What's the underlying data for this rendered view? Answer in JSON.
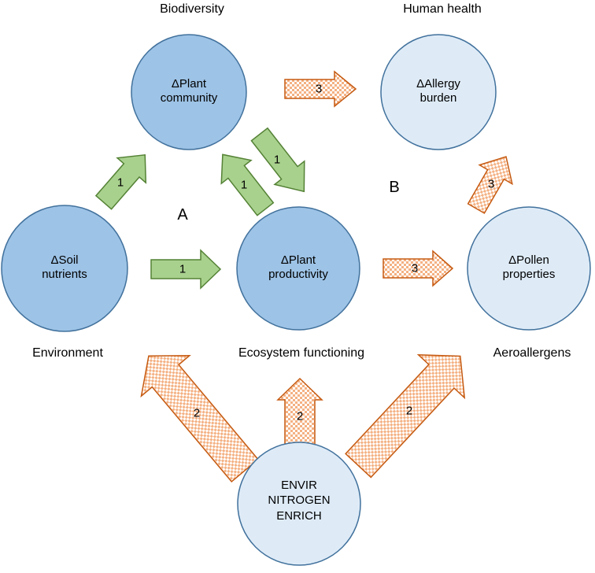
{
  "colors": {
    "dark_node_fill": "#9DC3E6",
    "dark_node_stroke": "#41719C",
    "light_node_fill": "#DEEBF7",
    "light_node_stroke": "#41719C",
    "green_arrow_fill": "#A9D18E",
    "green_arrow_stroke": "#548235",
    "orange_arrow_stroke": "#C55A11",
    "orange_checker": "#F4B183"
  },
  "nodes": {
    "plant_community": {
      "line1": "ΔPlant",
      "line2": "community"
    },
    "allergy_burden": {
      "line1": "ΔAllergy",
      "line2": "burden"
    },
    "soil_nutrients": {
      "line1": "ΔSoil",
      "line2": "nutrients"
    },
    "plant_productivity": {
      "line1": "ΔPlant",
      "line2": "productivity"
    },
    "pollen_properties": {
      "line1": "ΔPollen",
      "line2": "properties"
    },
    "nitrogen": {
      "line1": "ENVIR",
      "line2": "NITROGEN",
      "line3": "ENRICH"
    }
  },
  "captions": {
    "biodiversity": "Biodiversity",
    "human_health": "Human health",
    "environment": "Environment",
    "ecosystem_functioning": "Ecosystem functioning",
    "aeroallergens": "Aeroallergens"
  },
  "regions": {
    "a": "A",
    "b": "B"
  },
  "arrows": {
    "soil_to_community": {
      "label": "1",
      "type": "green"
    },
    "productivity_to_community": {
      "label": "1",
      "type": "green"
    },
    "community_to_productivity": {
      "label": "1",
      "type": "green"
    },
    "soil_to_productivity": {
      "label": "1",
      "type": "green"
    },
    "community_to_allergy": {
      "label": "3",
      "type": "orange"
    },
    "productivity_to_pollen": {
      "label": "3",
      "type": "orange"
    },
    "pollen_to_allergy": {
      "label": "3",
      "type": "orange"
    },
    "nitrogen_to_soil": {
      "label": "2",
      "type": "orange"
    },
    "nitrogen_to_productivity": {
      "label": "2",
      "type": "orange"
    },
    "nitrogen_to_pollen": {
      "label": "2",
      "type": "orange"
    }
  }
}
